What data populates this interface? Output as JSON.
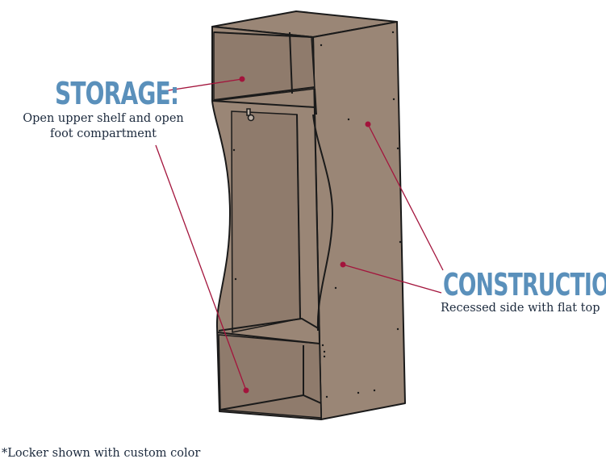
{
  "storage": {
    "heading": "STORAGE:",
    "description_line1": "Open upper shelf and open",
    "description_line2": "foot compartment"
  },
  "construction": {
    "heading": "CONSTRUCTION:",
    "description": "Recessed side with flat top"
  },
  "footnote": "*Locker shown with custom color",
  "colors": {
    "locker_fill": "#9a8676",
    "locker_outline": "#1a1a1a",
    "callout_dot": "#a3143c",
    "heading_blue": "#5a90bb",
    "text_navy": "#1c2a3d"
  }
}
